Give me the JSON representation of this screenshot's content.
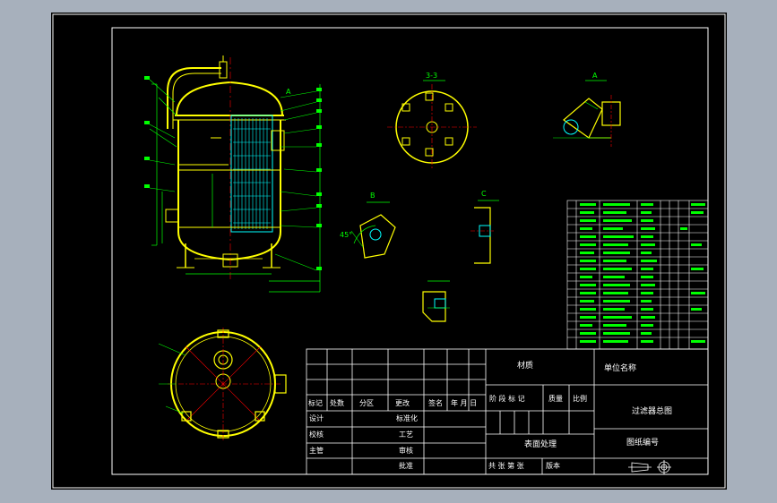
{
  "colors": {
    "viewport": "#000000",
    "frame": "#ffffff",
    "vessel": "#ffff00",
    "dimension": "#00ff00",
    "element": "#00ffff",
    "accent": "#ff0000"
  },
  "views": {
    "section_3": "3-3",
    "detail_a": "A",
    "detail_b": "B",
    "detail_c": "C",
    "angle": "45°"
  },
  "title_block": {
    "material_label": "材质",
    "unit_label": "单位名称",
    "drawing_title": "过滤器总图",
    "drawing_no_label": "图纸编号",
    "surface_treatment": "表面处理",
    "col_mark": "标记",
    "col_count": "处数",
    "col_zone": "分区",
    "col_doc": "更改",
    "col_sign": "签名",
    "col_date": "年 月 日",
    "stage_mark": "阶 段 标 记",
    "weight": "质量",
    "scale": "比例",
    "design": "设计",
    "standardization": "标准化",
    "check": "校核",
    "process": "工艺",
    "chief": "主管",
    "review": "审核",
    "approve": "批准",
    "sheets": "共 张 第 张",
    "version": "版本"
  }
}
